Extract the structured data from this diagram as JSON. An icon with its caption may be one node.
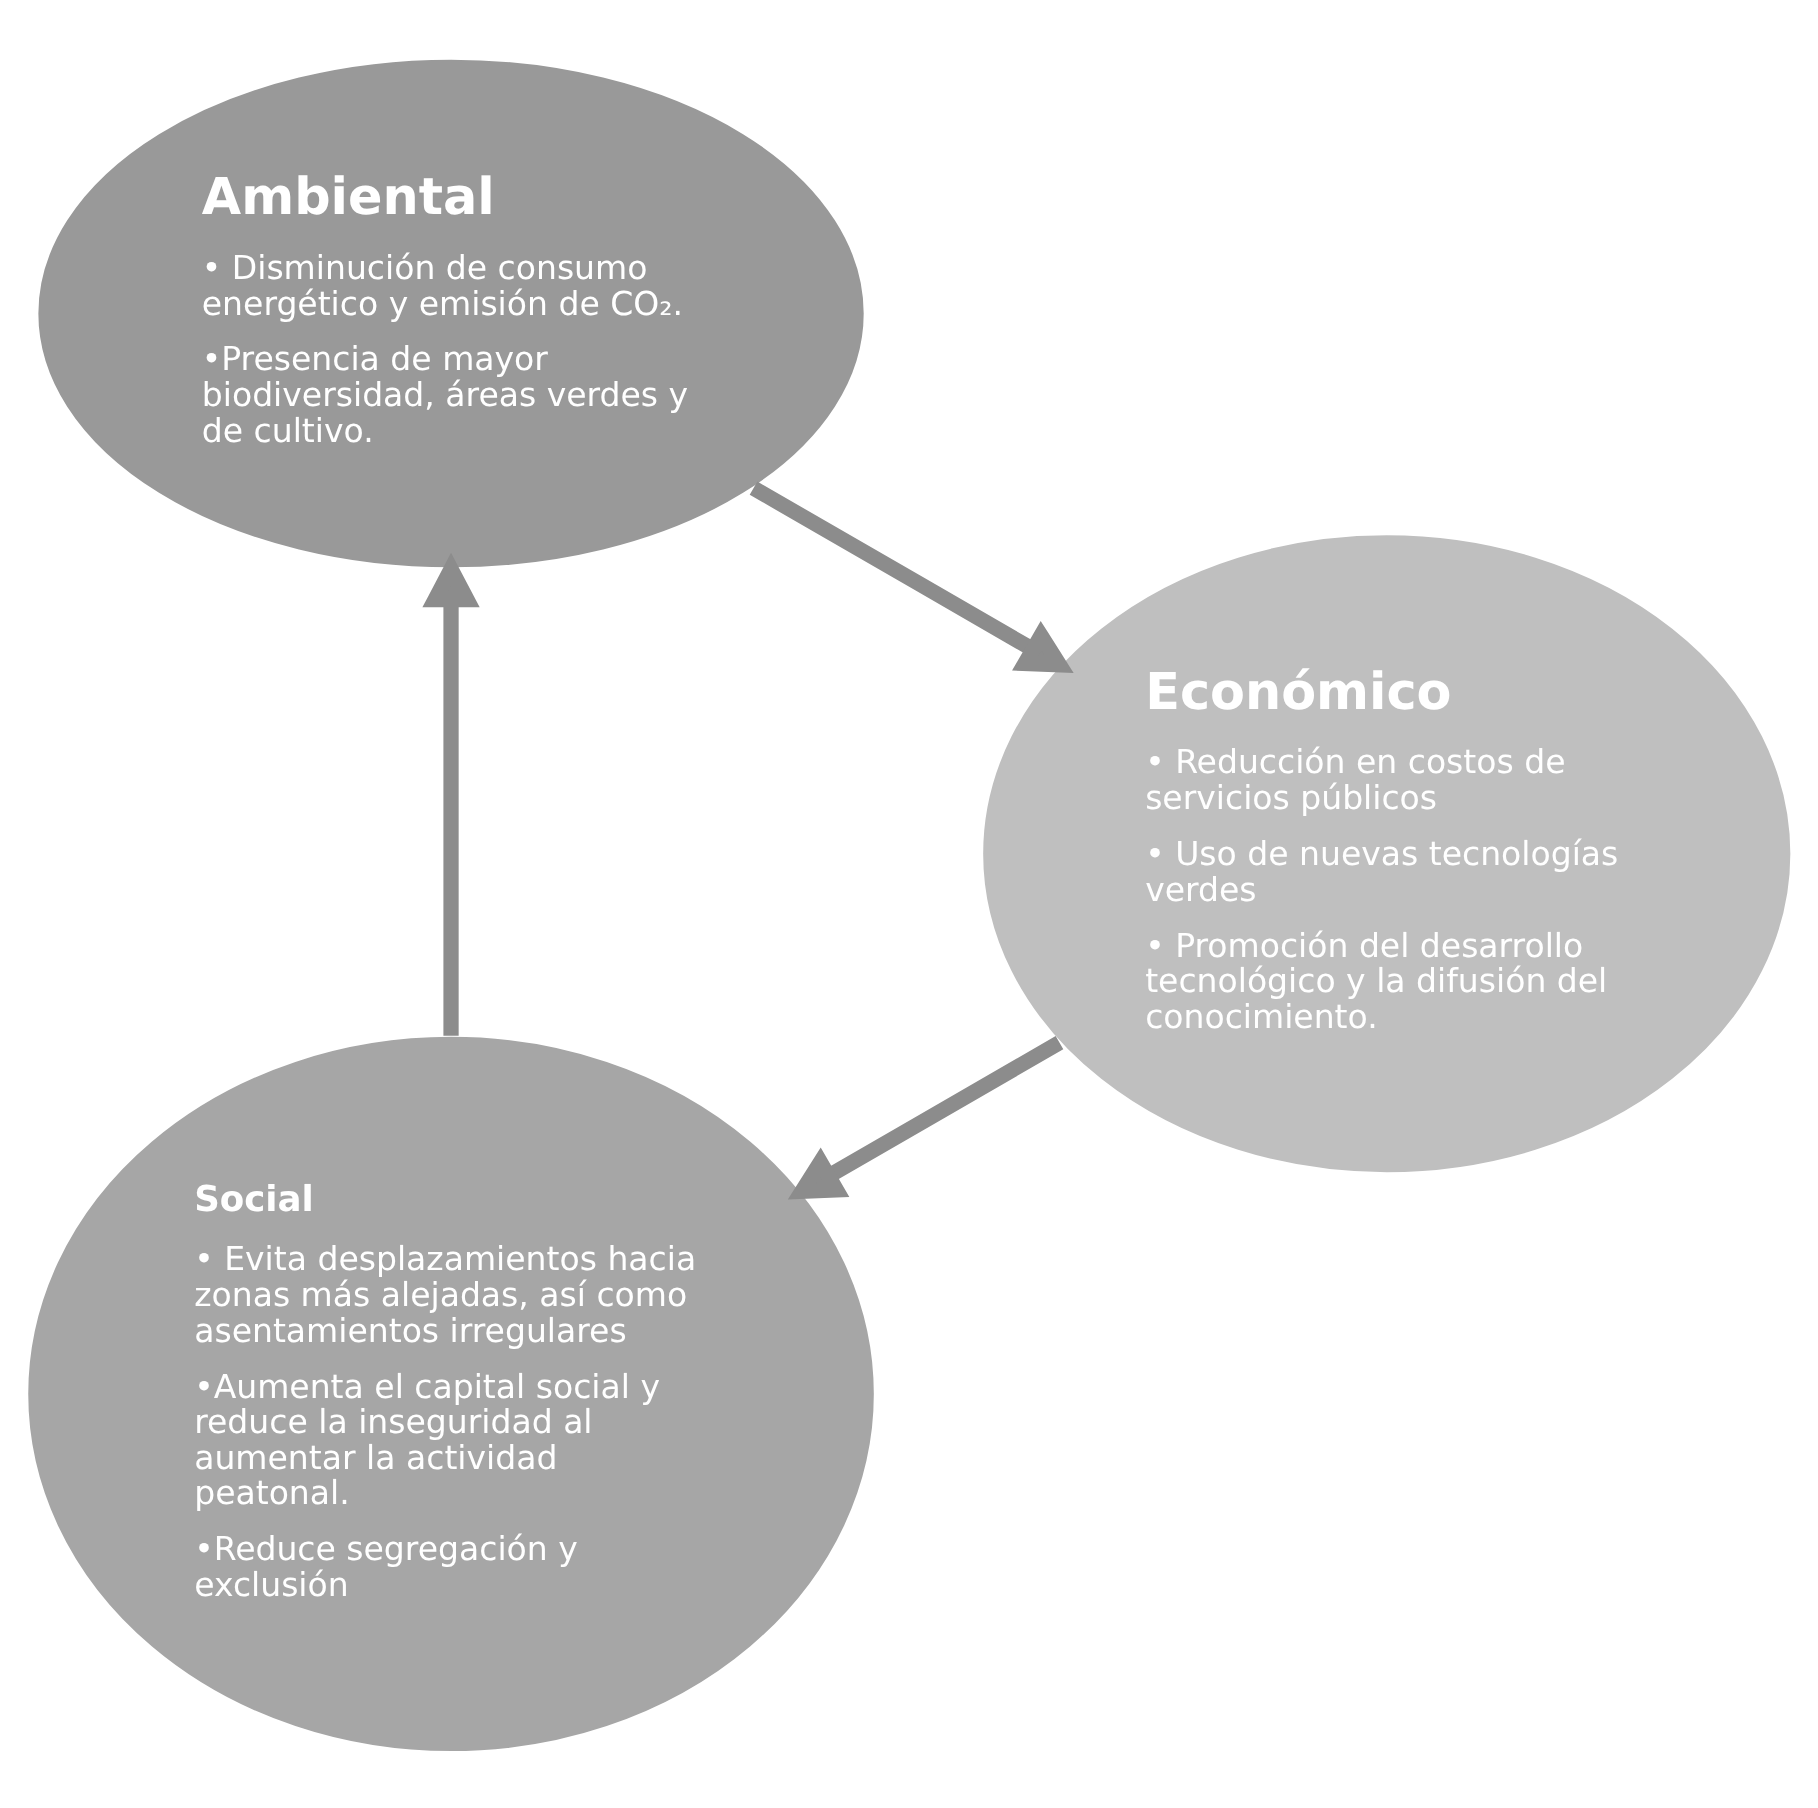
{
  "diagram": {
    "nodes": [
      {
        "text": [
          "Social",
          "• Evita desplazamientos hacia zonas más alejadas, así como asentamientos irregulares",
          "•Aumenta el capital social y reduce la inseguridad al aumentar la actividad peatonal.",
          "•Reduce segregación y exclusión"
        ]
      },
      {
        "text": [
          "Ambiental",
          "• Disminución de consumo energético y emisión de CO₂.",
          "•Presencia de mayor biodiversidad, áreas verdes y de cultivo."
        ]
      },
      {
        "text": [
          "Económico",
          "• Reducción en costos de servicios públicos",
          "• Uso de nuevas tecnologías verdes",
          "• Promoción del desarrollo tecnológico y la difusión del conocimiento."
        ]
      }
    ],
    "edges": [
      {
        "from": 0,
        "to": 1,
        "arrow": "to"
      },
      {
        "from": 1,
        "to": 2,
        "arrow": "to"
      },
      {
        "from": 2,
        "to": 0,
        "arrow": "to"
      }
    ]
  }
}
